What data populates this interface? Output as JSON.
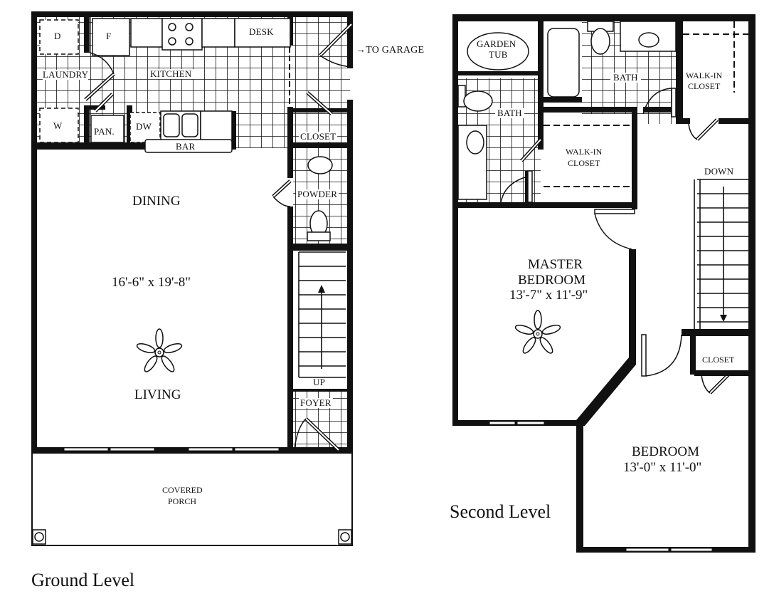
{
  "ground_level": {
    "title": "Ground Level",
    "rooms": {
      "dryer": "D",
      "fridge": "F",
      "desk": "DESK",
      "laundry": "LAUNDRY",
      "kitchen": "KITCHEN",
      "washer": "W",
      "pantry": "PAN.",
      "dishwasher": "DW",
      "bar": "BAR",
      "closet": "CLOSET",
      "powder": "POWDER",
      "dining": "DINING",
      "dining_living_size": "16'-6\" x 19'-8\"",
      "living": "LIVING",
      "stairs_up": "UP",
      "foyer": "FOYER",
      "porch_line1": "COVERED",
      "porch_line2": "PORCH"
    },
    "garage_label": "→TO GARAGE"
  },
  "second_level": {
    "title": "Second Level",
    "rooms": {
      "garden_tub_line1": "GARDEN",
      "garden_tub_line2": "TUB",
      "master_bath": "BATH",
      "bath": "BATH",
      "walk_in_closet_1_line1": "WALK-IN",
      "walk_in_closet_1_line2": "CLOSET",
      "walk_in_closet_2_line1": "WALK-IN",
      "walk_in_closet_2_line2": "CLOSET",
      "stairs_down": "DOWN",
      "master_line1": "MASTER",
      "master_line2": "BEDROOM",
      "master_size": "13'-7\" x 11'-9\"",
      "closet": "CLOSET",
      "bedroom": "BEDROOM",
      "bedroom_size": "13'-0\" x 11'-0\""
    }
  },
  "colors": {
    "wall": "#111111",
    "background": "#ffffff"
  }
}
